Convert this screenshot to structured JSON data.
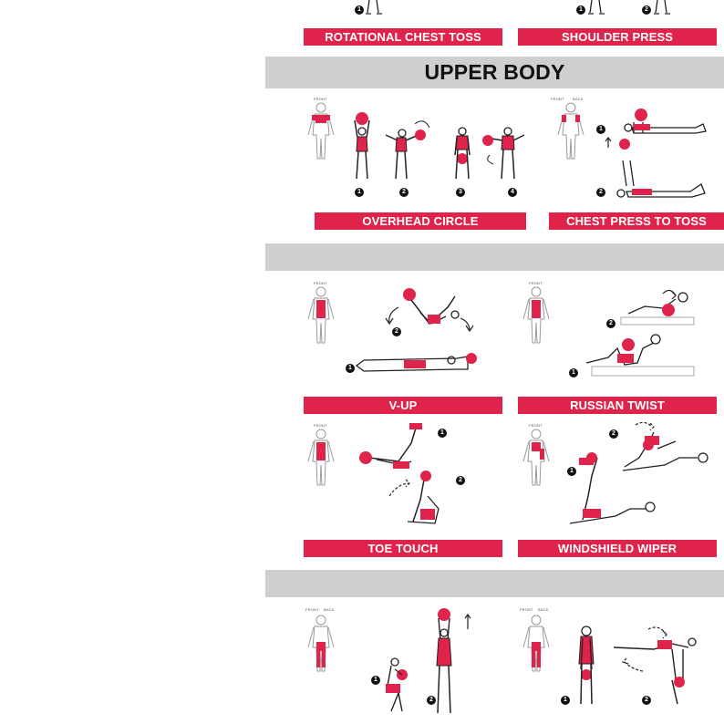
{
  "sections": [
    {
      "title": ""
    },
    {
      "title": "UPPER BODY"
    },
    {
      "title": ""
    },
    {
      "title": ""
    }
  ],
  "exercises": {
    "rotational_chest_toss": "ROTATIONAL CHEST TOSS",
    "shoulder_press": "SHOULDER PRESS",
    "overhead_circle": "OVERHEAD CIRCLE",
    "chest_press_to_toss": "CHEST PRESS TO TOSS",
    "v_up": "V-UP",
    "russian_twist": "RUSSIAN TWIST",
    "toe_touch": "TOE TOUCH",
    "windshield_wiper": "WINDSHIELD WIPER"
  },
  "anatomy": {
    "front": "FRONT",
    "back": "BACK"
  },
  "steps": [
    "1",
    "2",
    "3",
    "4"
  ],
  "colors": {
    "accent": "#e0234a",
    "band": "#cfcfcf",
    "text": "#111111"
  }
}
